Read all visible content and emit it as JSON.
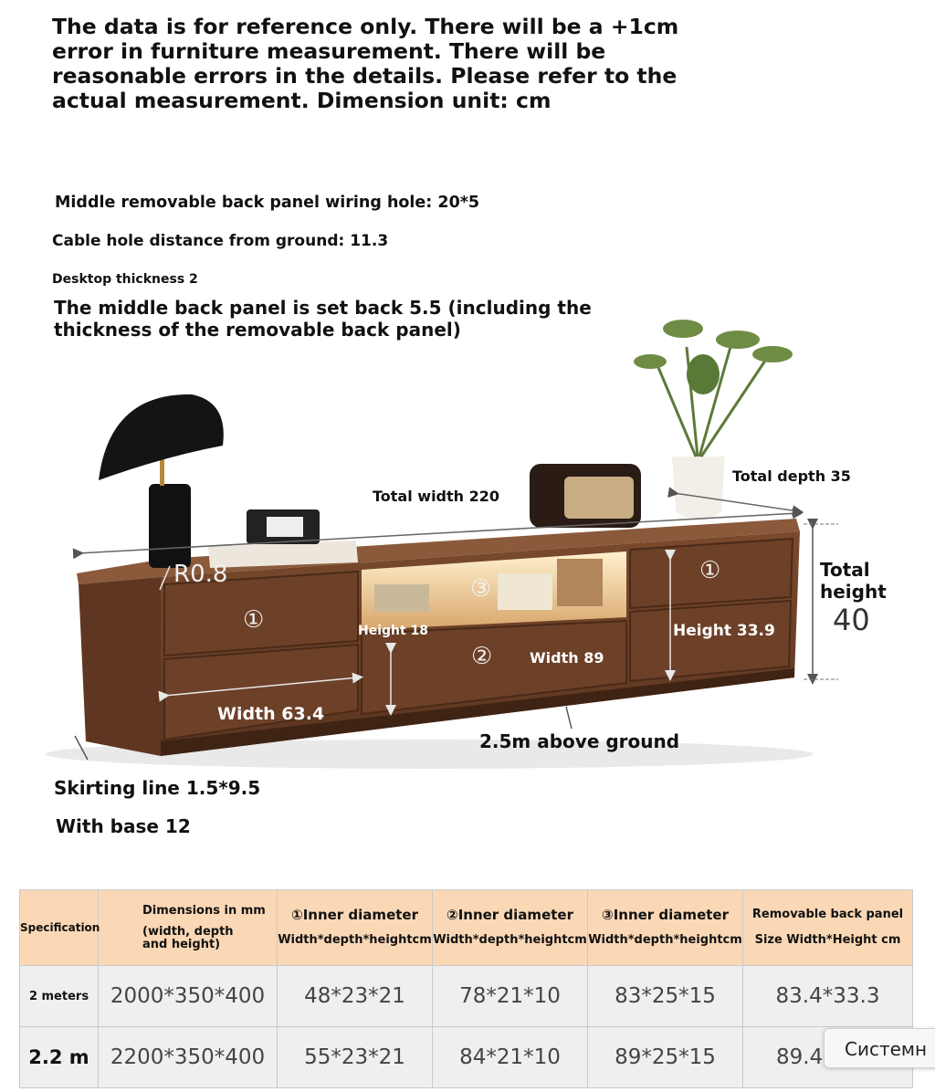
{
  "header": {
    "disclaimer": "The data is for reference only. There will be a +1cm error in furniture measurement. There will be reasonable errors in the details. Please refer to the actual measurement. Dimension unit: cm"
  },
  "notes": {
    "wiring_hole": "Middle removable back panel wiring hole: 20*5",
    "cable_hole": "Cable hole distance from ground: 11.3",
    "desktop_thickness": "Desktop thickness 2",
    "setback": "The middle back panel is set back 5.5 (including the thickness of the removable back panel)"
  },
  "diagram": {
    "total_width": "Total width 220",
    "total_depth": "Total depth 35",
    "total_height_label": "Total height",
    "total_height_value": "40",
    "radius": "R0.8",
    "marker_1": "①",
    "marker_2": "②",
    "marker_3": "③",
    "height_18": "Height 18",
    "height_33_9": "Height 33.9",
    "width_89": "Width 89",
    "width_63_4": "Width 63.4",
    "above_ground": "2.5m above ground",
    "skirting": "Skirting line 1.5*9.5",
    "with_base": "With base 12",
    "colors": {
      "wood": "#6b4128",
      "wood_dark": "#4e2d1a",
      "glow": "#f3d9a5"
    }
  },
  "table": {
    "headers": {
      "spec": "Specification",
      "dims_1": "Dimensions in mm",
      "dims_2": "(width, depth",
      "dims_3": "and height)",
      "c1_1": "①Inner diameter",
      "c1_2": "Width*depth*heightcm",
      "c2_1": "②Inner diameter",
      "c2_2": "Width*depth*heightcm",
      "c3_1": "③Inner diameter",
      "c3_2": "Width*depth*heightcm",
      "c4_1": "Removable back panel",
      "c4_2": "Size Width*Height cm"
    },
    "rows": [
      {
        "spec": "2 meters",
        "dims": "2000*350*400",
        "c1": "48*23*21",
        "c2": "78*21*10",
        "c3": "83*25*15",
        "c4": "83.4*33.3"
      },
      {
        "spec": "2.2 m",
        "dims": "2200*350*400",
        "c1": "55*23*21",
        "c2": "84*21*10",
        "c3": "89*25*15",
        "c4": "89.4"
      }
    ],
    "header_color": "#fad8b6",
    "row_color": "#efefef"
  },
  "popup": {
    "text": "Системн"
  }
}
